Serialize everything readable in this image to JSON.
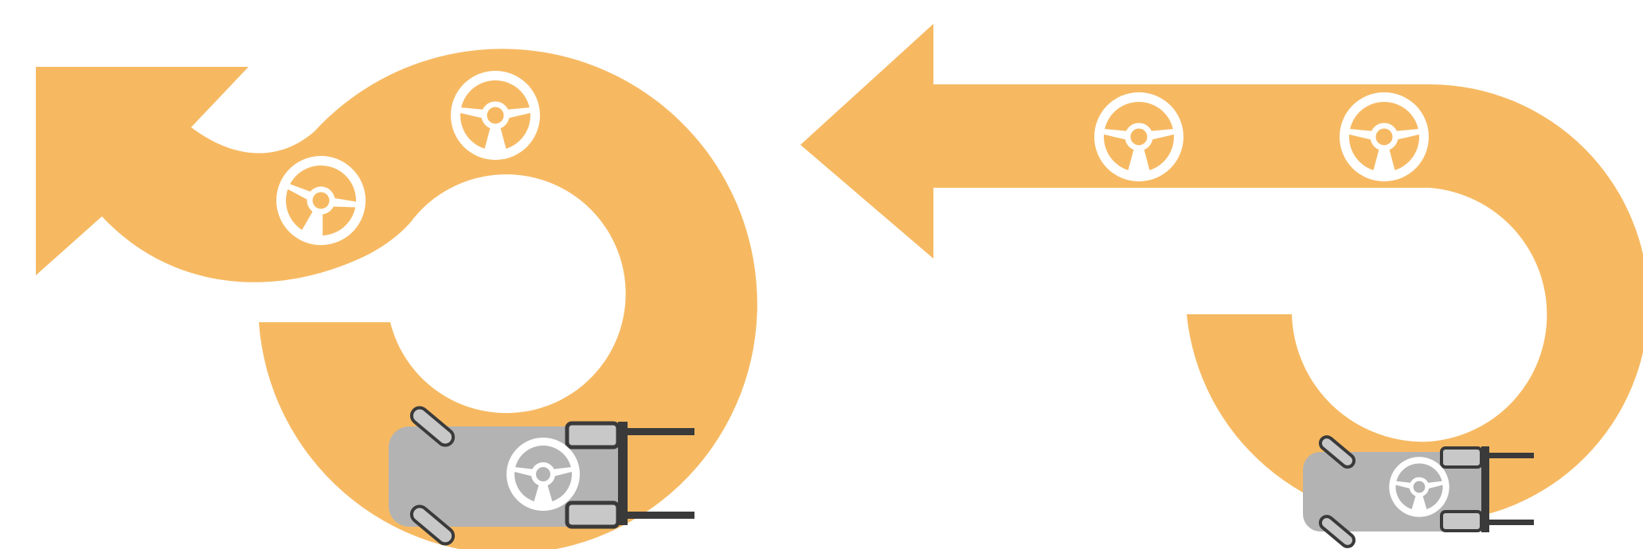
{
  "diagram": {
    "panels": [
      {
        "id": "left",
        "description_key": "loop-path",
        "steering_wheels_on_path": 2,
        "forklift_present": true
      },
      {
        "id": "right",
        "description_key": "u-turn-path",
        "steering_wheels_on_path": 2,
        "forklift_present": true
      }
    ],
    "colors": {
      "path": "#F6B962",
      "wheel": "#FFFFFF",
      "forklift_body": "#B3B3B3",
      "forklift_outline": "#FFFFFF",
      "forklift_mast": "#3A3A3A",
      "forklift_wheel_fill": "#C8C8C8",
      "forklift_wheel_stroke": "#3A3A3A",
      "background": "#FFFFFF"
    },
    "icons": [
      "steering-wheel-icon",
      "forklift-icon",
      "arrow-head"
    ]
  }
}
